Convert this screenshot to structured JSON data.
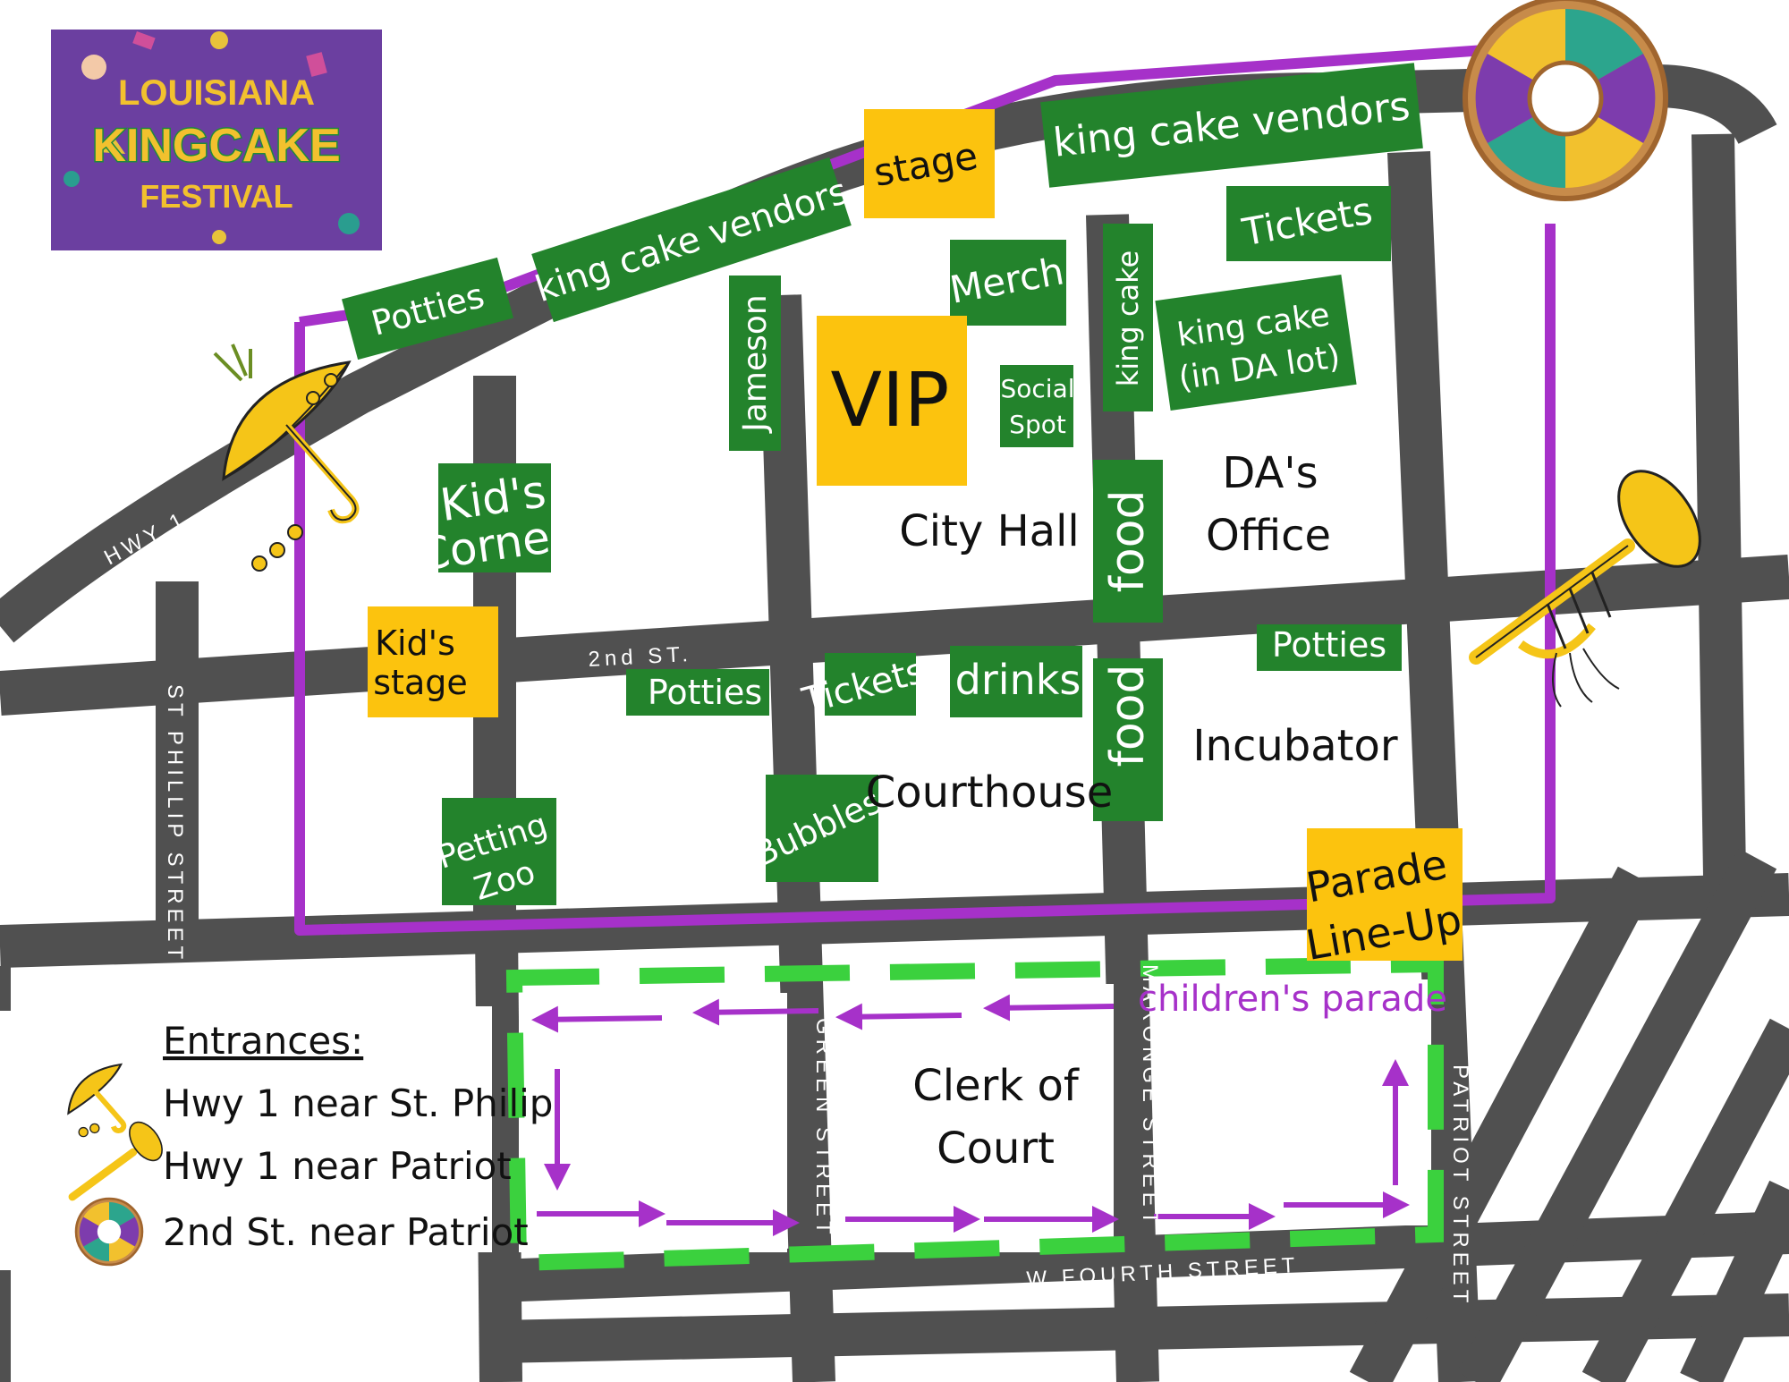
{
  "logo": {
    "line1": "LOUISIANA",
    "line2": "KINGCAKE",
    "line3": "FESTIVAL"
  },
  "streets": {
    "hwy1": "HWY 1",
    "second": "2nd ST.",
    "st_phillip": "ST PHILLIP STREET",
    "green": "GREEN STREET",
    "maronge": "MARONGE STREET",
    "patriot": "PATRIOT STREET",
    "w_fourth": "W FOURTH STREET"
  },
  "booths": {
    "potties_top": "Potties",
    "kcv_left": "king cake vendors",
    "stage": "stage",
    "kcv_right": "king cake vendors",
    "tickets_top": "Tickets",
    "merch": "Merch",
    "jameson": "Jameson",
    "vip": "VIP",
    "social_1": "Social",
    "social_2": "Spot",
    "king_cake_vertical": "king cake",
    "kc_da_1": "king cake",
    "kc_da_2": "(in DA lot)",
    "kids_corner_1": "Kid's",
    "kids_corner_2": "Corner",
    "kids_stage_1": "Kid's",
    "kids_stage_2": "stage",
    "potties_mid": "Potties",
    "tickets_mid": "Tickets",
    "drinks": "drinks",
    "food_upper": "food",
    "food_lower": "food",
    "potties_right": "Potties",
    "petting_1": "Petting",
    "petting_2": "Zoo",
    "bubbles": "Bubbles",
    "parade_1": "Parade",
    "parade_2": "Line-Up"
  },
  "buildings": {
    "city_hall": "City Hall",
    "das_1": "DA's",
    "das_2": "Office",
    "courthouse": "Courthouse",
    "incubator": "Incubator",
    "clerk_1": "Clerk of",
    "clerk_2": "Court"
  },
  "childrens_parade": "children's parade",
  "legend": {
    "title": "Entrances:",
    "items": [
      {
        "icon": "umbrella-icon",
        "label": "Hwy 1 near St. Philip"
      },
      {
        "icon": "trumpet-icon",
        "label": "Hwy 1 near Patriot"
      },
      {
        "icon": "king-cake-icon",
        "label": "2nd St. near Patriot"
      }
    ]
  },
  "colors": {
    "road": "#505050",
    "route_purple": "#a631c9",
    "booth_green": "#23832c",
    "booth_yellow": "#fcc30e",
    "parade_dash_green": "#3bd13e",
    "logo_purple": "#6b3fa0"
  }
}
